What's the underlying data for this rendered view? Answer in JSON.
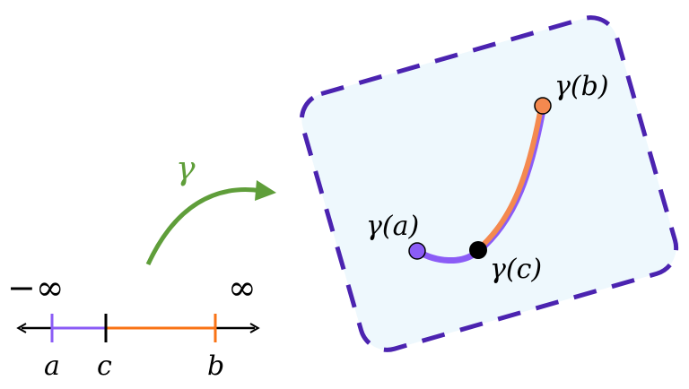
{
  "map_label": "γ",
  "number_line": {
    "neg_inf": "−∞",
    "pos_inf": "∞",
    "labels": {
      "a": "a",
      "c": "c",
      "b": "b"
    }
  },
  "image": {
    "gamma_a": "γ(a)",
    "gamma_b": "γ(b)",
    "gamma_c": "γ(c)"
  },
  "colors": {
    "purple": "#8b5cf6",
    "orange": "#f97316",
    "orange_point": "#f4894f",
    "green": "#5f9e3a",
    "border": "#4b23b0",
    "fill": "#eef8fd"
  }
}
